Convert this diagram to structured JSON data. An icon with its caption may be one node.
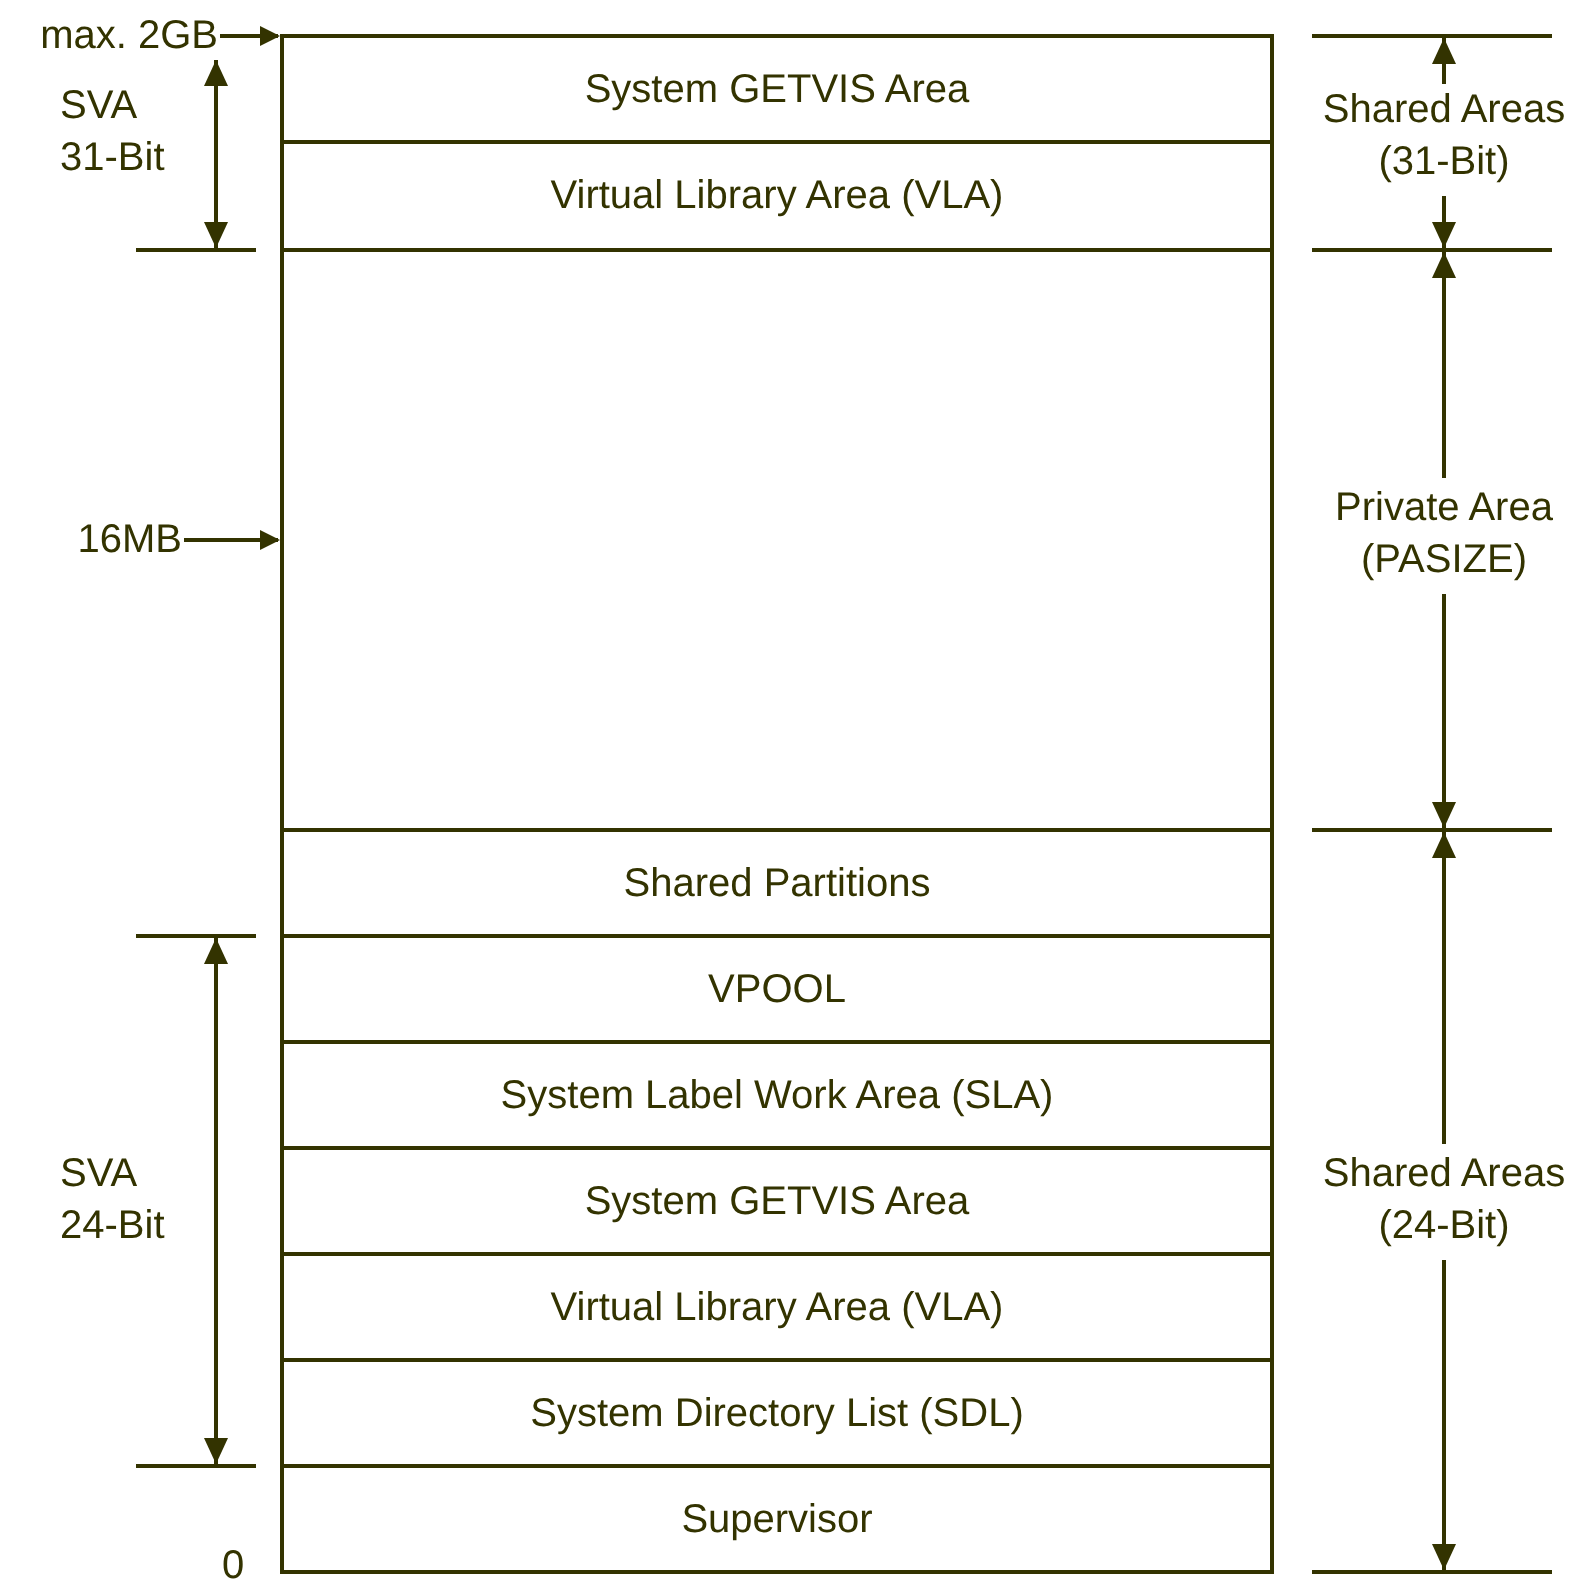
{
  "diagram": {
    "nodes": [
      {
        "text": [
          "System GETVIS Area"
        ]
      },
      {
        "text": [
          "Virtual Library Area (VLA)"
        ]
      },
      {
        "text": [],
        "shape": "box"
      },
      {
        "text": [
          "Shared Partitions"
        ]
      },
      {
        "text": [
          "VPOOL"
        ]
      },
      {
        "text": [
          "System Label Work Area (SLA)"
        ]
      },
      {
        "text": [
          "System GETVIS Area"
        ]
      },
      {
        "text": [
          "Virtual Library Area (VLA)"
        ]
      },
      {
        "text": [
          "System Directory List (SDL)"
        ]
      },
      {
        "text": [
          "Supervisor"
        ]
      },
      {
        "text": [
          "max. 2GB"
        ]
      },
      {
        "text": [
          "16MB"
        ]
      }
    ],
    "edges": [
      {
        "from": 10,
        "to": 0,
        "arrow": "to"
      },
      {
        "from": 11,
        "to": 2,
        "arrow": "to"
      }
    ],
    "labels": [
      "SVA 31-Bit",
      "Shared Areas (31-Bit)",
      "Private Area (PASIZE)",
      "SVA 24-Bit",
      "Shared Areas (24-Bit)",
      "0"
    ]
  }
}
